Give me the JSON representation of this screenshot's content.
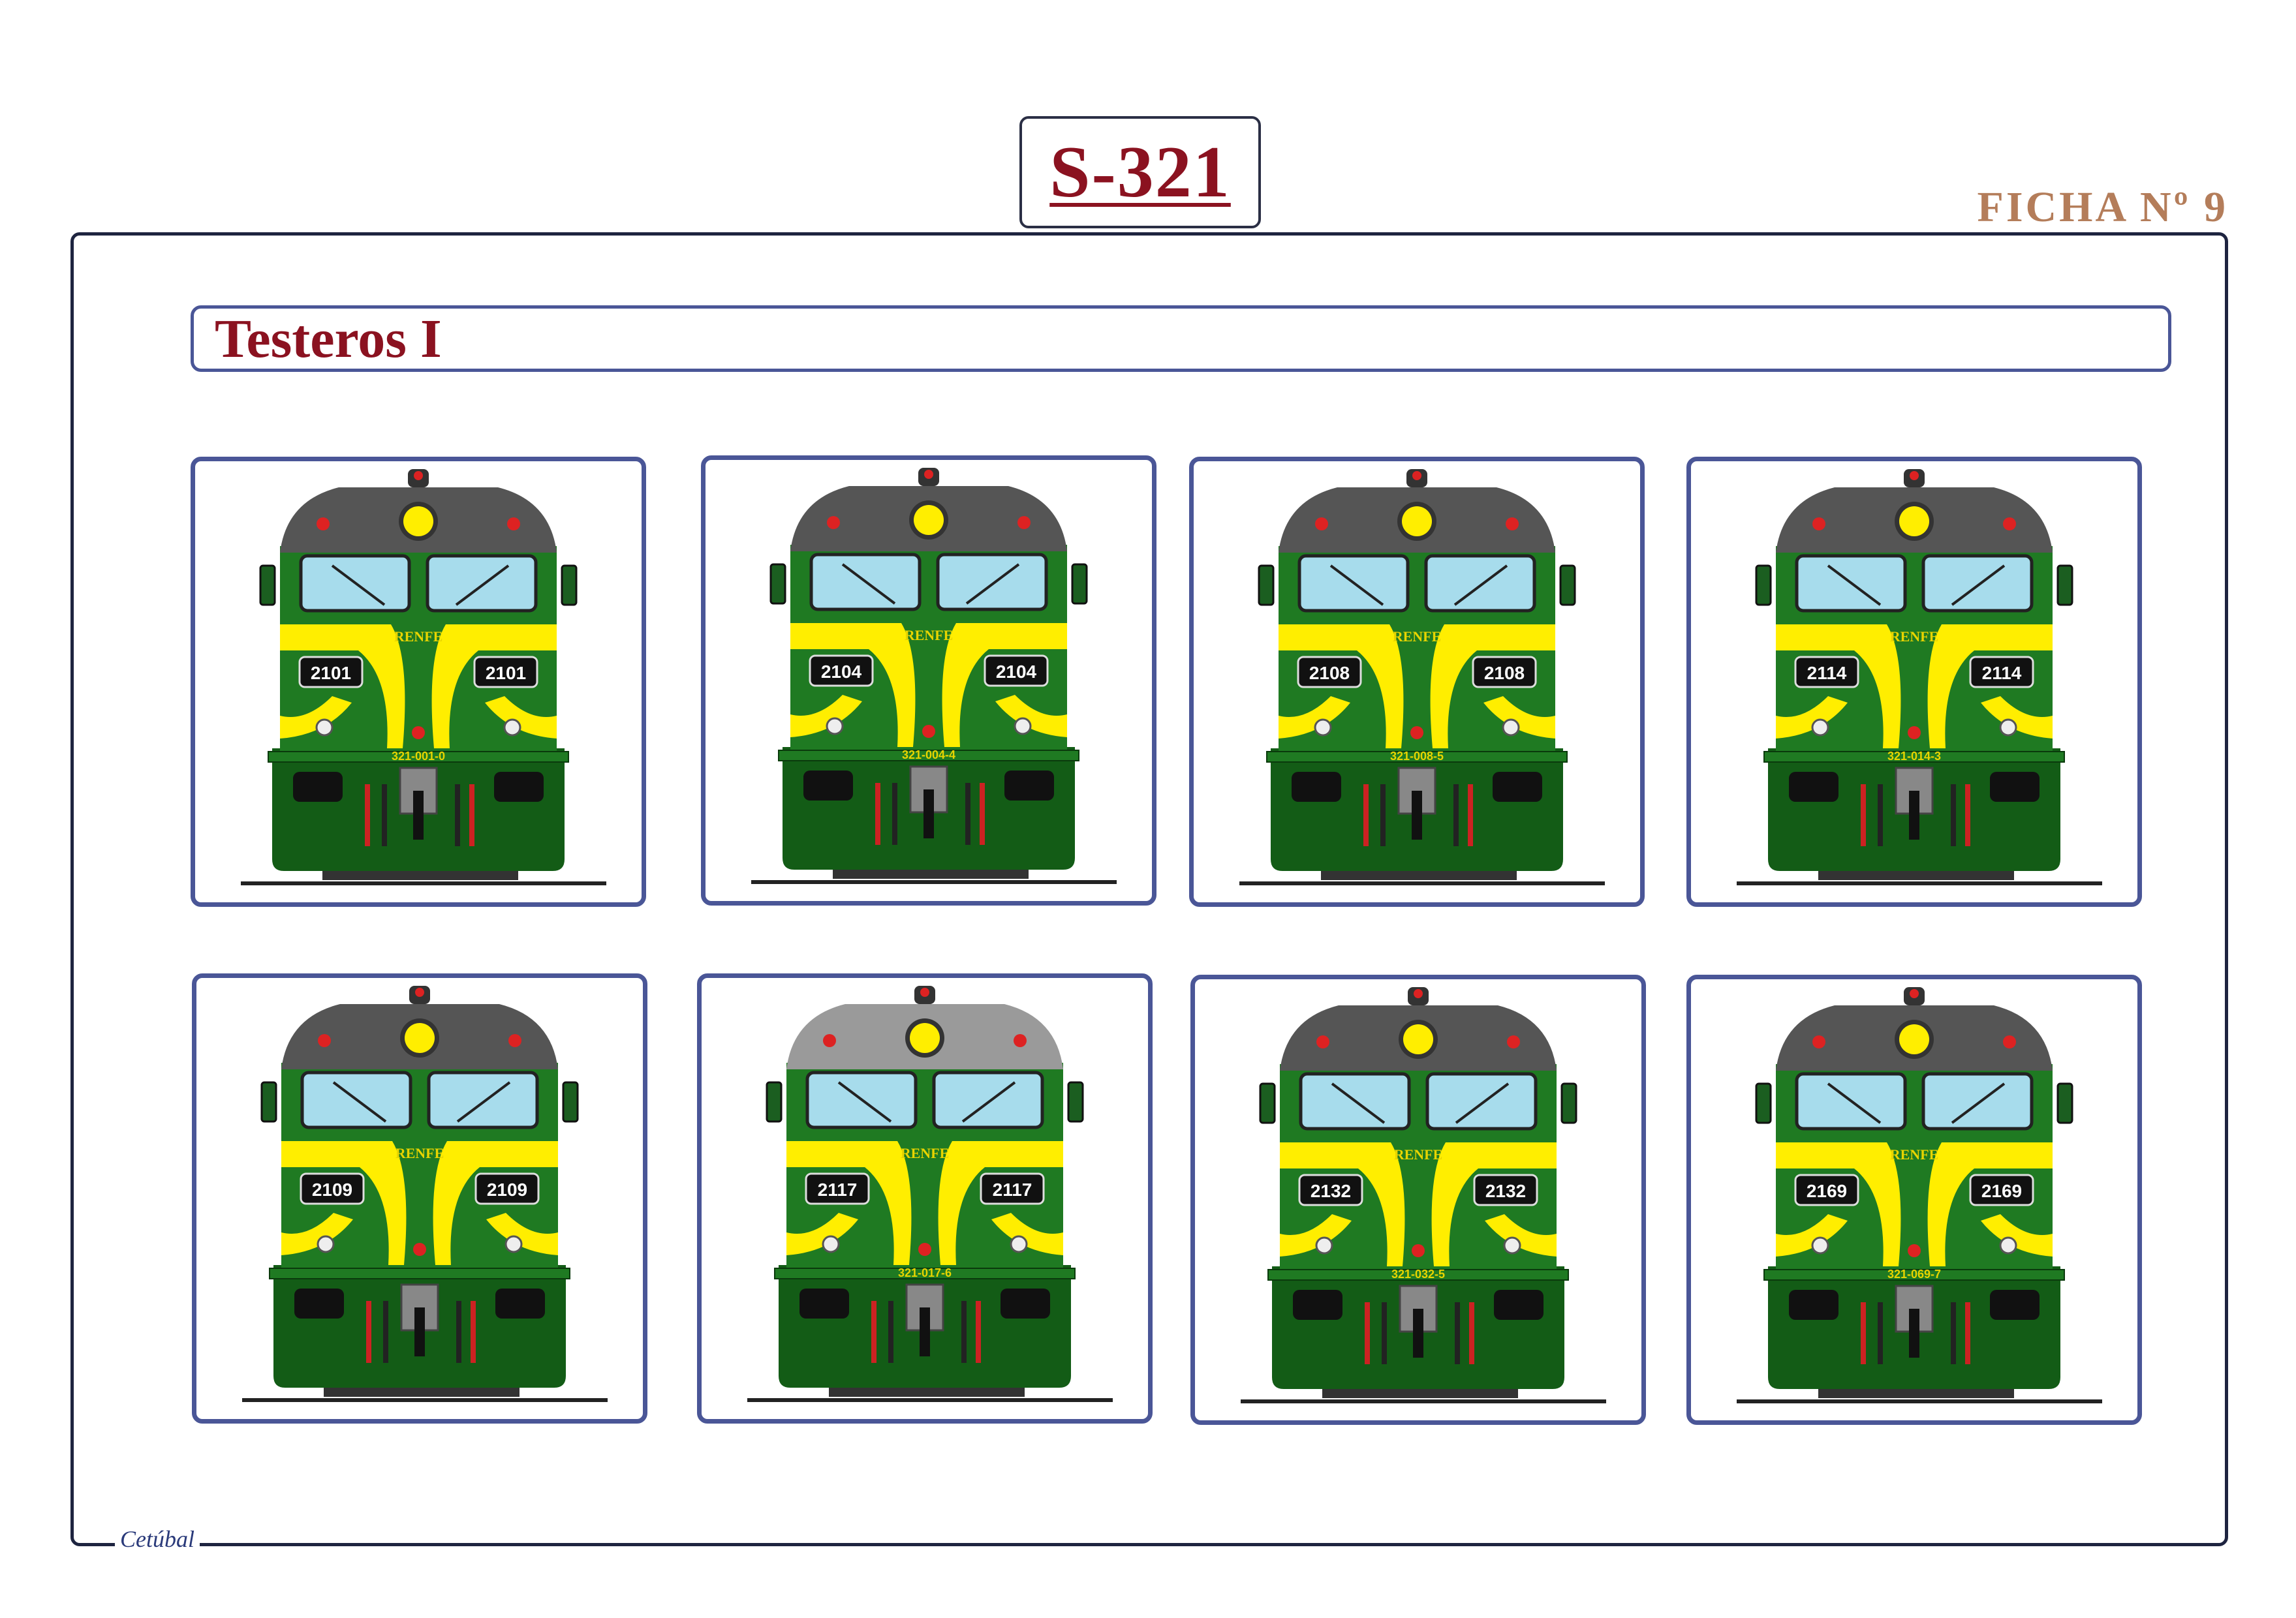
{
  "header": {
    "title": "S-321",
    "sheet": "FICHA Nº 9"
  },
  "section": {
    "title": "Testeros I"
  },
  "signature": "Cetúbal",
  "colors": {
    "body_green": "#1f7a22",
    "dark_green": "#135c16",
    "stripe_yellow": "#ffee00",
    "roof_dark": "#555555",
    "roof_grey": "#9a9a9a",
    "window_blue": "#a7dcec",
    "frame_blue": "#4a5697",
    "title_red": "#8b1220"
  },
  "locomotives": [
    {
      "number": "2101",
      "plate": "321-001-0",
      "logo": "RENFE",
      "roof": "dark"
    },
    {
      "number": "2104",
      "plate": "321-004-4",
      "logo": "RENFE",
      "roof": "dark"
    },
    {
      "number": "2108",
      "plate": "321-008-5",
      "logo": "RENFE",
      "roof": "dark"
    },
    {
      "number": "2114",
      "plate": "321-014-3",
      "logo": "RENFE",
      "roof": "dark"
    },
    {
      "number": "2109",
      "plate": "",
      "logo": "RENFE",
      "roof": "dark"
    },
    {
      "number": "2117",
      "plate": "321-017-6",
      "logo": "RENFE",
      "roof": "grey"
    },
    {
      "number": "2132",
      "plate": "321-032-5",
      "logo": "RENFE",
      "roof": "dark"
    },
    {
      "number": "2169",
      "plate": "321-069-7",
      "logo": "RENFE",
      "roof": "dark"
    }
  ]
}
